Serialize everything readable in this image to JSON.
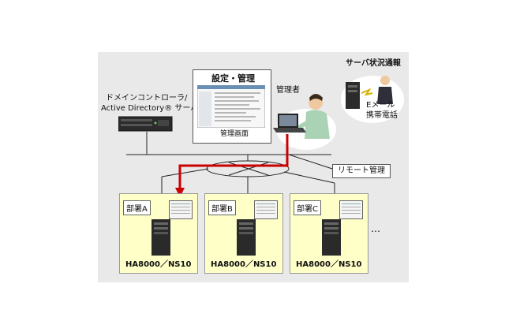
{
  "domain_controller": {
    "line1": "ドメインコントローラ/",
    "line2": "Active Directory® サーバ"
  },
  "admin_screen": {
    "title": "設定・管理",
    "caption": "管理画面"
  },
  "admin_label": "管理者",
  "notification": {
    "title": "サーバ状況通報",
    "email": "Eメール",
    "phone": "携帯電話"
  },
  "remote_label": "リモート管理",
  "departments": [
    {
      "label": "部署A",
      "model": "HA8000／NS10"
    },
    {
      "label": "部署B",
      "model": "HA8000／NS10"
    },
    {
      "label": "部署C",
      "model": "HA8000／NS10"
    }
  ],
  "ellipsis": "…",
  "colors": {
    "panel": "#e9e9e9",
    "dept_fill": "#ffffc8",
    "arrow": "#cc0000"
  }
}
